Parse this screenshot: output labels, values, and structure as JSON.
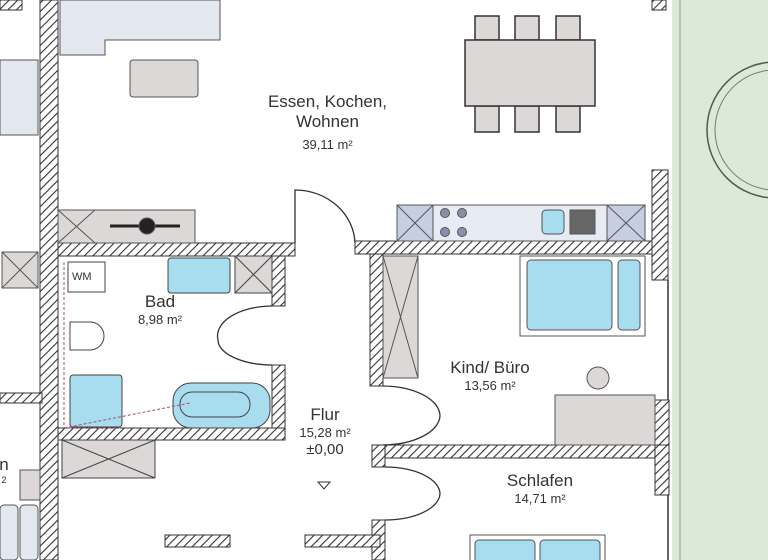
{
  "rooms": {
    "living": {
      "name_line1": "Essen, Kochen,",
      "name_line2": "Wohnen",
      "area": "39,11 m²"
    },
    "bath": {
      "name": "Bad",
      "area": "8,98 m²",
      "appliance": "WM"
    },
    "child_office": {
      "name": "Kind/ Büro",
      "area": "13,56 m²"
    },
    "hall": {
      "name": "Flur",
      "area": "15,28 m²",
      "level": "±0,00"
    },
    "bedroom": {
      "name": "Schlafen",
      "area": "14,71 m²"
    },
    "left_partial": {
      "name": "n",
      "area": "2"
    }
  },
  "colors": {
    "wall_hatch": "#333333",
    "fixture_blue": "#a8dcef",
    "furniture_gray": "#ddd8d8",
    "garden_green": "#dbe9d6"
  }
}
